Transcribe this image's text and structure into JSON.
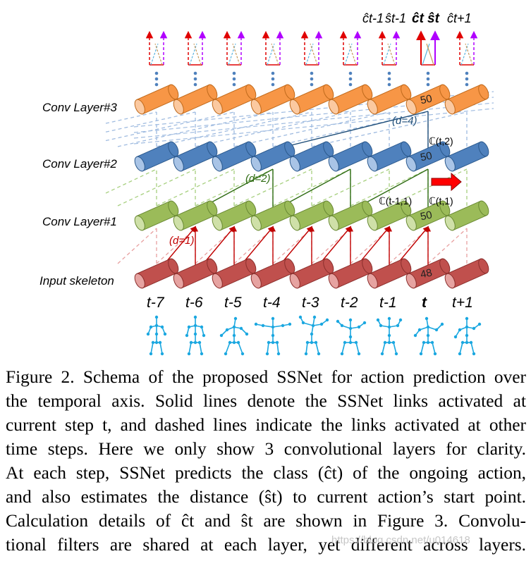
{
  "figure": {
    "layer_labels": [
      "Conv Layer#3",
      "Conv Layer#2",
      "Conv Layer#1",
      "Input skeleton"
    ],
    "time_labels": [
      "t-7",
      "t-6",
      "t-5",
      "t-4",
      "t-3",
      "t-2",
      "t-1",
      "t",
      "t+1"
    ],
    "output_labels": [
      "ĉt-1",
      "ŝt-1",
      "ĉt",
      "ŝt",
      "ĉt+1"
    ],
    "dilation_labels": [
      "(d=1)",
      "(d=2)",
      "(d=4)"
    ],
    "node_numbers": [
      "48",
      "50",
      "50",
      "50"
    ],
    "c_labels": [
      "ℂ(t-1,1)",
      "ℂ(t,1)",
      "ℂ(t,2)"
    ],
    "colors": {
      "input": "#c0504d",
      "layer1": "#9bbb59",
      "layer2": "#4f81bd",
      "layer3": "#f79646",
      "red_arrow": "#ff0000",
      "green_link": "#3a7d1e",
      "blue_link": "#1f4e79",
      "skeleton": "#1aa7e0"
    }
  },
  "caption": {
    "lines": [
      "Figure 2. Schema of the proposed SSNet for action prediction over",
      "the temporal axis. Solid lines denote the SSNet links activated at",
      "current step t, and dashed lines indicate the links activated at other",
      "time steps. Here we only show 3 convolutional layers for clarity.",
      "At each step, SSNet predicts the class (ĉt) of the ongoing action,",
      "and also estimates the distance (ŝt) to current action’s start point.",
      "Calculation details of ĉt and ŝt are shown in Figure 3. Convolu-",
      "tional filters are shared at each layer, yet different across layers."
    ]
  },
  "watermark": "https://blog.csdn.net/u014618"
}
